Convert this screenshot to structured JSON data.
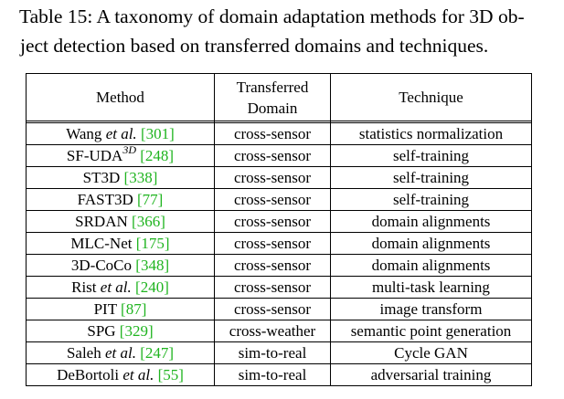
{
  "caption": {
    "line1": "Table 15: A taxonomy of domain adaptation methods for 3D ob-",
    "line2": "ject detection based on transferred domains and techniques."
  },
  "headers": {
    "method": "Method",
    "domain_line1": "Transferred",
    "domain_line2": "Domain",
    "technique": "Technique"
  },
  "rows": [
    {
      "name": "Wang",
      "italic": "et al.",
      "sup": "",
      "cite": "301",
      "domain": "cross-sensor",
      "technique": "statistics normalization"
    },
    {
      "name": "SF-UDA",
      "italic": "",
      "sup": "3D",
      "cite": "248",
      "domain": "cross-sensor",
      "technique": "self-training"
    },
    {
      "name": "ST3D",
      "italic": "",
      "sup": "",
      "cite": "338",
      "domain": "cross-sensor",
      "technique": "self-training"
    },
    {
      "name": "FAST3D",
      "italic": "",
      "sup": "",
      "cite": "77",
      "domain": "cross-sensor",
      "technique": "self-training"
    },
    {
      "name": "SRDAN",
      "italic": "",
      "sup": "",
      "cite": "366",
      "domain": "cross-sensor",
      "technique": "domain alignments"
    },
    {
      "name": "MLC-Net",
      "italic": "",
      "sup": "",
      "cite": "175",
      "domain": "cross-sensor",
      "technique": "domain alignments"
    },
    {
      "name": "3D-CoCo",
      "italic": "",
      "sup": "",
      "cite": "348",
      "domain": "cross-sensor",
      "technique": "domain alignments"
    },
    {
      "name": "Rist",
      "italic": "et al.",
      "sup": "",
      "cite": "240",
      "domain": "cross-sensor",
      "technique": "multi-task learning"
    },
    {
      "name": "PIT",
      "italic": "",
      "sup": "",
      "cite": "87",
      "domain": "cross-sensor",
      "technique": "image transform"
    },
    {
      "name": "SPG",
      "italic": "",
      "sup": "",
      "cite": "329",
      "domain": "cross-weather",
      "technique": "semantic point generation"
    },
    {
      "name": "Saleh",
      "italic": "et al.",
      "sup": "",
      "cite": "247",
      "domain": "sim-to-real",
      "technique": "Cycle GAN"
    },
    {
      "name": "DeBortoli",
      "italic": "et al.",
      "sup": "",
      "cite": "55",
      "domain": "sim-to-real",
      "technique": "adversarial training"
    }
  ],
  "colors": {
    "citation": "#1fb41f",
    "text": "#000000"
  }
}
